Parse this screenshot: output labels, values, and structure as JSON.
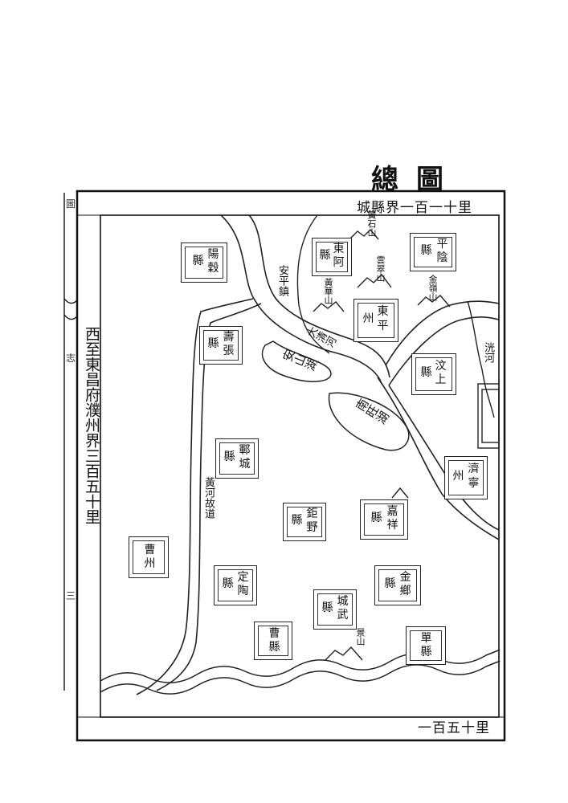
{
  "title": "總圖",
  "borders": {
    "top": "城縣界一百一十里",
    "bottom": "一百五十里",
    "west": "西至東昌府濮州界三百五十里"
  },
  "margin_chars": [
    "圖",
    "志",
    "三"
  ],
  "counties": [
    {
      "id": "yanggu",
      "c1": "陽",
      "c2": "穀",
      "suffix": "縣"
    },
    {
      "id": "donga",
      "c1": "東",
      "c2": "阿",
      "suffix": "縣"
    },
    {
      "id": "pingyin",
      "c1": "平",
      "c2": "陰",
      "suffix": "縣"
    },
    {
      "id": "dongping",
      "c1": "東",
      "c2": "平",
      "suffix": "州"
    },
    {
      "id": "shouzhang",
      "c1": "壽",
      "c2": "張",
      "suffix": "縣"
    },
    {
      "id": "wenshang",
      "c1": "汶",
      "c2": "上",
      "suffix": "縣"
    },
    {
      "id": "juancheng",
      "c1": "鄆",
      "c2": "城",
      "suffix": "縣"
    },
    {
      "id": "jining",
      "c1": "濟",
      "c2": "寧",
      "suffix": "州"
    },
    {
      "id": "juye",
      "c1": "鉅",
      "c2": "野",
      "suffix": "縣"
    },
    {
      "id": "jiaxiang",
      "c1": "嘉",
      "c2": "祥",
      "suffix": "縣"
    },
    {
      "id": "caozhou",
      "c1": "曹",
      "c2": "州",
      "suffix": ""
    },
    {
      "id": "dingtao",
      "c1": "定",
      "c2": "陶",
      "suffix": "縣"
    },
    {
      "id": "jinxiang",
      "c1": "金",
      "c2": "鄉",
      "suffix": "縣"
    },
    {
      "id": "chengwu",
      "c1": "城",
      "c2": "武",
      "suffix": "縣"
    },
    {
      "id": "caoxian",
      "c1": "曹",
      "c2": "縣",
      "suffix": ""
    },
    {
      "id": "shanxian",
      "c1": "單",
      "c2": "縣",
      "suffix": ""
    }
  ],
  "features": {
    "huangshi_shan": "黃石山",
    "yunxiang_shan": "雲翠山",
    "huanghua_shan": "黃華山",
    "jinling": "金嶺山",
    "anping_zhen": "安平鎮",
    "daqing_he": "大清河",
    "anshan_hu": "安山湖",
    "nanwang_hu": "南旺湖",
    "guang_he": "洸河",
    "huanghe_gudao": "黃河故道",
    "jing_shan": "景山"
  }
}
